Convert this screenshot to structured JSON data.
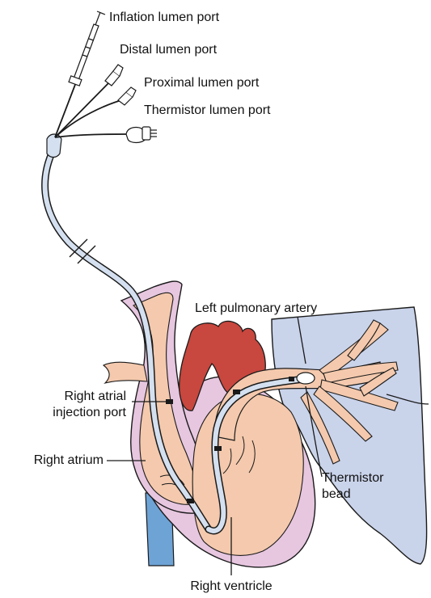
{
  "labels": {
    "inflation_port": "Inflation lumen port",
    "distal_port": "Distal lumen port",
    "proximal_port": "Proximal lumen port",
    "thermistor_port": "Thermistor lumen port",
    "left_pulmonary_artery": "Left pulmonary artery",
    "right_atrial_injection_line1": "Right atrial",
    "right_atrial_injection_line2": "injection port",
    "right_atrium": "Right atrium",
    "thermistor_bead_line1": "Thermistor",
    "thermistor_bead_line2": "bead",
    "right_ventricle": "Right ventricle"
  },
  "colors": {
    "heart_tissue": "#f4c9ad",
    "heart_wall": "#e7c6e0",
    "aorta": "#c8473e",
    "lung": "#c9d3ea",
    "vena_cava": "#6ea3d6",
    "catheter": "#d4e0ef"
  }
}
